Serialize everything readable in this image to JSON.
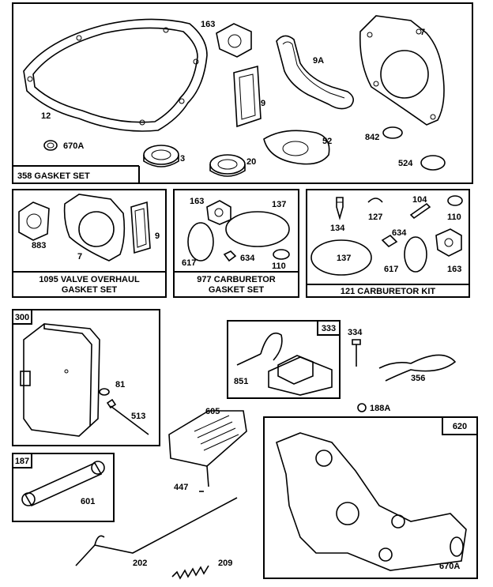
{
  "kits": {
    "gasket_set": {
      "caption": "358 GASKET SET"
    },
    "valve_overhaul": {
      "caption_line1": "1095 VALVE OVERHAUL",
      "caption_line2": "GASKET SET"
    },
    "carb_gasket": {
      "caption_line1": "977 CARBURETOR",
      "caption_line2": "GASKET SET"
    },
    "carb_kit": {
      "caption": "121 CARBURETOR KIT"
    }
  },
  "boxes": {
    "muffler": "300",
    "ignition": "333",
    "tube": "187",
    "bracket": "620"
  },
  "labels": {
    "p12": "12",
    "p163a": "163",
    "p9a": "9A",
    "p7a": "7",
    "p9": "9",
    "p670a": "670A",
    "p3": "3",
    "p20": "20",
    "p52": "52",
    "p842": "842",
    "p524": "524",
    "p883": "883",
    "p7b": "7",
    "p9b": "9",
    "p163b": "163",
    "p137a": "137",
    "p617a": "617",
    "p634a": "634",
    "p110a": "110",
    "p134": "134",
    "p127": "127",
    "p104": "104",
    "p110b": "110",
    "p634b": "634",
    "p137b": "137",
    "p617b": "617",
    "p163c": "163",
    "p81": "81",
    "p513": "513",
    "p334": "334",
    "p851": "851",
    "p356": "356",
    "p188a": "188A",
    "p605": "605",
    "p447": "447",
    "p601": "601",
    "p202": "202",
    "p209": "209",
    "p670b": "670A"
  }
}
